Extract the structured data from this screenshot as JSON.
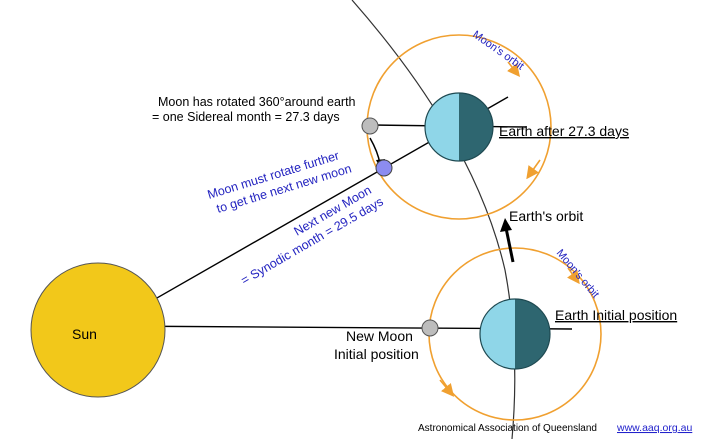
{
  "labels": {
    "moon_rotated_line1": "Moon has rotated 360°around earth",
    "moon_rotated_line2": "= one Sidereal month = 27.3 days",
    "moon_must_line1": "Moon must rotate further",
    "moon_must_line2": "to get the next new moon",
    "next_new_moon_line1": "Next new Moon",
    "next_new_moon_line2": "= Synodic month = 29.5 days",
    "moons_orbit_top": "Moon's orbit",
    "moons_orbit_bottom": "Moon's orbit",
    "earth_after": "Earth after 27.3 days",
    "earths_orbit": "Earth's orbit",
    "earth_initial": "Earth Initial position",
    "new_moon_line1": "New Moon",
    "new_moon_line2": "Initial position",
    "sun": "Sun",
    "credit": "Astronomical Association of Queensland",
    "url": "www.aaq.org.au"
  },
  "colors": {
    "sun": "#f2c81a",
    "earth_day": "#8fd6e8",
    "earth_night": "#2e6670",
    "moon_grey": "#bdbdbd",
    "moon_blue": "#8c8cf0",
    "orbit": "#f0a030",
    "annotation_blue": "#2323c0",
    "link_blue": "#2222cc"
  }
}
